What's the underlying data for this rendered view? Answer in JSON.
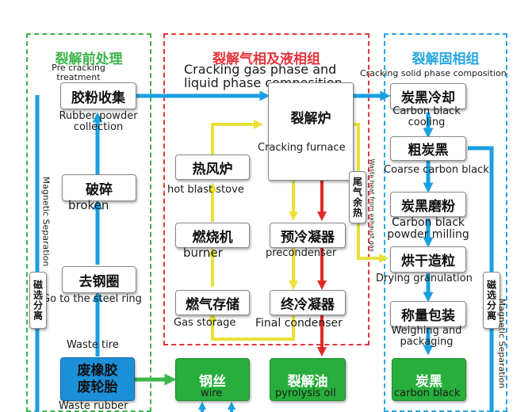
{
  "sections": {
    "pretreat": {
      "title": "裂解前处理",
      "subtitle": "Pre cracking treatment",
      "subtitle_l1": "Pre cracking",
      "subtitle_l2": "treatment"
    },
    "gas_liquid": {
      "title": "裂解气相及液相组",
      "subtitle_l1": "Cracking gas phase and",
      "subtitle_l2": "liquid phase composition"
    },
    "solid": {
      "title": "裂解固相组",
      "subtitle": "Cracking solid phase composition"
    }
  },
  "nodes": {
    "rubber_powder_collection": {
      "zh": "胶粉收集",
      "en_l1": "Rubber powder",
      "en_l2": "collection"
    },
    "broken": {
      "zh": "破碎",
      "en": "broken"
    },
    "steel_ring": {
      "zh": "去钢圈",
      "en": "Go to the steel ring"
    },
    "waste_tire": {
      "zh_l1": "废橡胶",
      "zh_l2": "废轮胎",
      "en_top": "Waste tire",
      "en_bottom": "Waste rubber"
    },
    "wire": {
      "zh": "钢丝",
      "en": "wire"
    },
    "cracking_furnace": {
      "zh": "裂解炉",
      "en": "Cracking furnace"
    },
    "hot_blast_stove": {
      "zh": "热风炉",
      "en": "hot blast stove"
    },
    "burner": {
      "zh": "燃烧机",
      "en": "burner"
    },
    "gas_storage": {
      "zh": "燃气存储",
      "en": "Gas storage"
    },
    "precondenser": {
      "zh": "预冷凝器",
      "en": "precondenser"
    },
    "final_condenser": {
      "zh": "终冷凝器",
      "en": "Final condenser"
    },
    "pyrolysis_oil": {
      "zh": "裂解油",
      "en": "pyrolysis oil"
    },
    "exhaust_heat": {
      "zh": "尾气余热",
      "en": "Waste heat from exhaust gas"
    },
    "carbon_black_cooling": {
      "zh": "炭黑冷却",
      "en_l1": "Carbon black",
      "en_l2": "cooling"
    },
    "coarse_carbon_black": {
      "zh": "粗炭黑",
      "en": "Coarse carbon black"
    },
    "carbon_black_milling": {
      "zh": "炭黑磨粉",
      "en_l1": "Carbon black",
      "en_l2": "powder milling"
    },
    "drying_granulation": {
      "zh": "烘干造粒",
      "en": "Drying granulation"
    },
    "weighing_packaging": {
      "zh": "称量包装",
      "en_l1": "Weighing and",
      "en_l2": "packaging"
    },
    "carbon_black": {
      "zh": "炭黑",
      "en": "carbon black"
    },
    "magnetic_left": {
      "zh": "磁选分离",
      "en": "Magnetic Separation"
    },
    "magnetic_right": {
      "zh": "磁选分离",
      "en": "Magnetic Separation"
    }
  },
  "colors": {
    "green": "#3cb54a",
    "red": "#e4333b",
    "blue": "#29a7e1",
    "yellow": "#e8e13a",
    "arrow_red": "#e02a2a",
    "arrow_blue": "#1aa0e0",
    "arrow_green": "#3cb54a"
  }
}
